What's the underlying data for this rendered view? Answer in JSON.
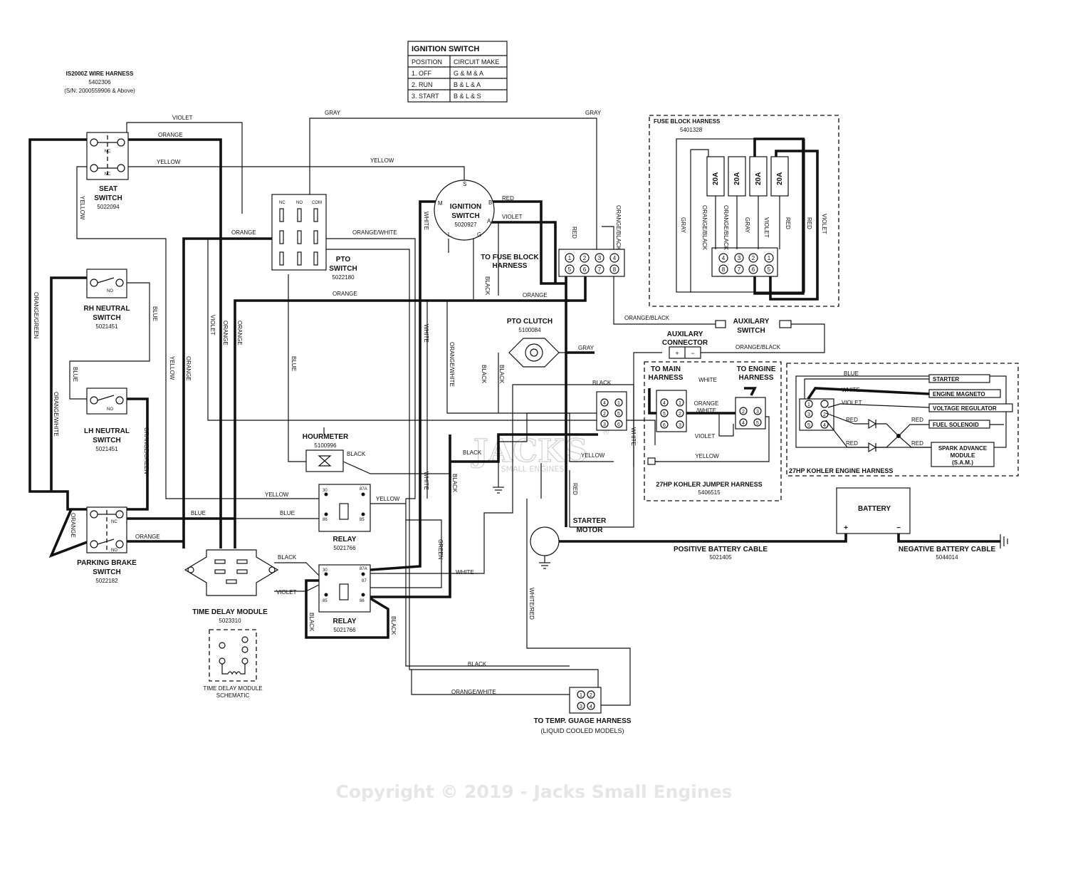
{
  "ignition_table": {
    "title": "IGNITION SWITCH",
    "headers": [
      "POSITION",
      "CIRCUIT MAKE"
    ],
    "rows": [
      [
        "1. OFF",
        "G & M & A"
      ],
      [
        "2. RUN",
        "B & L & A"
      ],
      [
        "3. START",
        "B & L & S"
      ]
    ]
  },
  "harness_header": {
    "title": "IS2000Z WIRE HARNESS",
    "part": "5402306",
    "serial": "(S/N: 2000559906 & Above)"
  },
  "components": {
    "seat_switch": {
      "name_1": "SEAT",
      "name_2": "SWITCH",
      "part": "5022094",
      "nc": "NC"
    },
    "rh_neutral": {
      "name_1": "RH NEUTRAL",
      "name_2": "SWITCH",
      "part": "5021451",
      "no": "NO"
    },
    "lh_neutral": {
      "name_1": "LH NEUTRAL",
      "name_2": "SWITCH",
      "part": "5021451",
      "no": "NO"
    },
    "parking_brake": {
      "name_1": "PARKING BRAKE",
      "name_2": "SWITCH",
      "part": "5022182",
      "nc": "NC",
      "no": "NO"
    },
    "pto_switch": {
      "name_1": "PTO",
      "name_2": "SWITCH",
      "part": "5022180",
      "nc": "NC",
      "no": "NO",
      "com": "COM"
    },
    "ignition_switch": {
      "name_1": "IGNITION",
      "name_2": "SWITCH",
      "part": "5020927",
      "terminals": [
        "S",
        "B",
        "A",
        "G",
        "L",
        "M"
      ]
    },
    "fuse_block_to": {
      "name_1": "TO FUSE BLOCK",
      "name_2": "HARNESS"
    },
    "pto_clutch": {
      "name": "PTO CLUTCH",
      "part": "5100084"
    },
    "hourmeter": {
      "name": "HOURMETER",
      "part": "5100996"
    },
    "relay_1": {
      "name": "RELAY",
      "part": "5021766",
      "pins": [
        "30",
        "87A",
        "86",
        "85"
      ]
    },
    "relay_2": {
      "name": "RELAY",
      "part": "5021766",
      "pins": [
        "30",
        "87A",
        "87",
        "85",
        "86"
      ]
    },
    "time_delay": {
      "name": "TIME DELAY MODULE",
      "part": "5023310",
      "schematic_1": "TIME DELAY MODULE",
      "schematic_2": "SCHEMATIC"
    },
    "starter": {
      "name_1": "STARTER",
      "name_2": "MOTOR"
    },
    "temp_gauge": {
      "name_1": "TO TEMP. GUAGE HARNESS",
      "name_2": "(LIQUID COOLED MODELS)"
    },
    "fuse_block": {
      "title": "FUSE BLOCK HARNESS",
      "part": "5401328",
      "fuse": "20A"
    },
    "aux_connector": {
      "name_1": "AUXILARY",
      "name_2": "CONNECTOR"
    },
    "aux_switch": {
      "name_1": "AUXILARY",
      "name_2": "SWITCH"
    },
    "jumper": {
      "title": "27HP KOHLER JUMPER HARNESS",
      "part": "5406515",
      "to_main_1": "TO MAIN",
      "to_main_2": "HARNESS",
      "to_engine_1": "TO ENGINE",
      "to_engine_2": "HARNESS"
    },
    "engine_harness": {
      "title": "27HP KOHLER ENGINE HARNESS",
      "starter": "STARTER",
      "magneto": "ENGINE MAGNETO",
      "regulator": "VOLTAGE REGULATOR",
      "fuel": "FUEL SOLENOID",
      "sam_1": "SPARK ADVANCE",
      "sam_2": "MODULE",
      "sam_3": "(S.A.M.)"
    },
    "battery": {
      "name": "BATTERY",
      "pos": "+",
      "neg": "−"
    },
    "pos_cable": {
      "name": "POSITIVE BATTERY CABLE",
      "part": "5021405"
    },
    "neg_cable": {
      "name": "NEGATIVE BATTERY CABLE",
      "part": "5044014"
    }
  },
  "wire_labels": {
    "violet": "VIOLET",
    "orange": "ORANGE",
    "yellow": "YELLOW",
    "gray": "GRAY",
    "blue": "BLUE",
    "black": "BLACK",
    "white": "WHITE",
    "red": "RED",
    "green": "GREEN",
    "orange_white": "ORANGE/WHITE",
    "orange_green": "ORANGE/GREEN",
    "orange_black": "ORANGE/BLACK",
    "white_red": "WHITE/RED",
    "orange_white_split_1": "ORANGE",
    "orange_white_split_2": "/WHITE"
  },
  "watermark": {
    "copyright": "Copyright © 2019 - Jacks Small Engines",
    "logo_1": "JACKS",
    "logo_2": "SMALL ENGINES",
    "reg": "®"
  }
}
